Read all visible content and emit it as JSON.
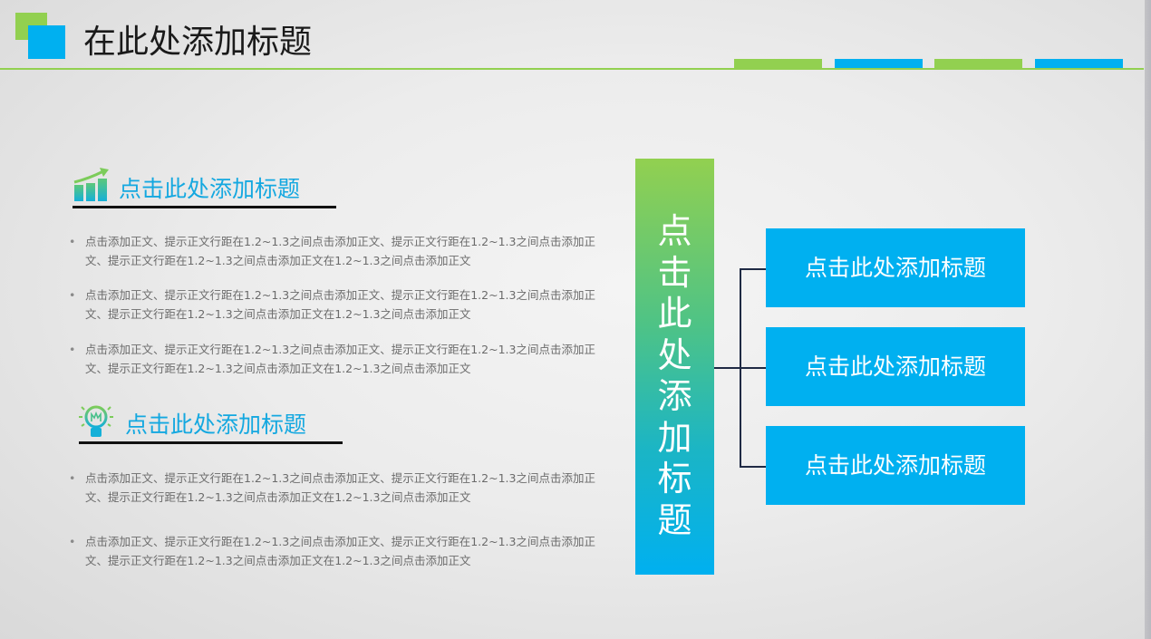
{
  "header": {
    "title": "在此处添加标题",
    "tab_colors": [
      "#92d050",
      "#00b0f0",
      "#92d050",
      "#00b0f0"
    ],
    "accent_green": "#92d050",
    "accent_blue": "#00b0f0"
  },
  "left": {
    "sections": [
      {
        "icon": "bar-chart-growth-icon",
        "title": "点击此处添加标题",
        "bullets": [
          "点击添加正文、提示正文行距在1.2~1.3之间点击添加正文、提示正文行距在1.2~1.3之间点击添加正文、提示正文行距在1.2~1.3之间点击添加正文在1.2~1.3之间点击添加正文",
          "点击添加正文、提示正文行距在1.2~1.3之间点击添加正文、提示正文行距在1.2~1.3之间点击添加正文、提示正文行距在1.2~1.3之间点击添加正文在1.2~1.3之间点击添加正文",
          "点击添加正文、提示正文行距在1.2~1.3之间点击添加正文、提示正文行距在1.2~1.3之间点击添加正文、提示正文行距在1.2~1.3之间点击添加正文在1.2~1.3之间点击添加正文"
        ]
      },
      {
        "icon": "lightbulb-icon",
        "title": "点击此处添加标题",
        "bullets": [
          "点击添加正文、提示正文行距在1.2~1.3之间点击添加正文、提示正文行距在1.2~1.3之间点击添加正文、提示正文行距在1.2~1.3之间点击添加正文在1.2~1.3之间点击添加正文",
          "点击添加正文、提示正文行距在1.2~1.3之间点击添加正文、提示正文行距在1.2~1.3之间点击添加正文、提示正文行距在1.2~1.3之间点击添加正文在1.2~1.3之间点击添加正文"
        ]
      }
    ],
    "bullet_glyph": "•"
  },
  "diagram": {
    "root": "点击此处添加标题",
    "children": [
      "点击此处添加标题",
      "点击此处添加标题",
      "点击此处添加标题"
    ]
  }
}
